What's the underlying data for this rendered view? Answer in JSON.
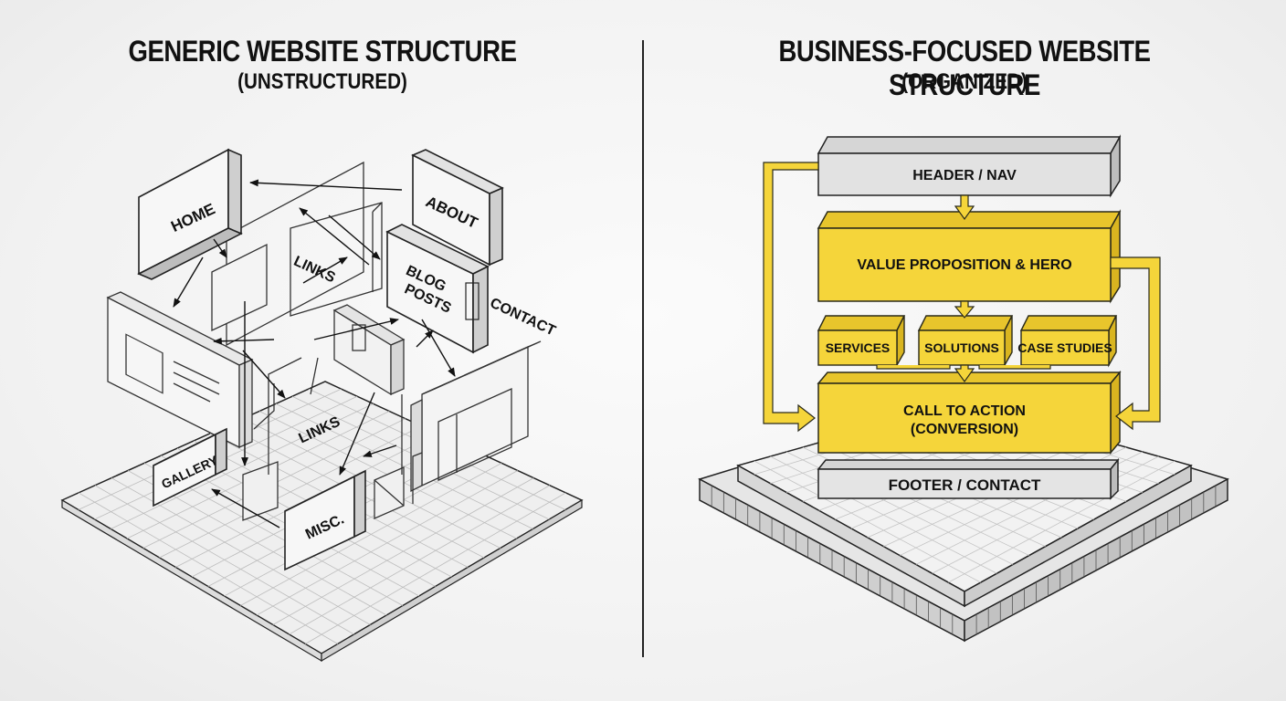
{
  "left": {
    "title": "GENERIC WEBSITE STRUCTURE",
    "subtitle": "(UNSTRUCTURED)",
    "labels": {
      "home": "HOME",
      "about": "ABOUT",
      "links_top": "LINKS",
      "blog": [
        "BLOG",
        "POSTS"
      ],
      "contact": "CONTACT",
      "links_mid": "LINKS",
      "gallery": "GALLERY",
      "misc": "MISC."
    }
  },
  "right": {
    "title": "BUSINESS-FOCUSED WEBSITE STRUCTURE",
    "subtitle": "(ORGANIZED)",
    "blocks": {
      "header_nav": "HEADER / NAV",
      "value_prop": "VALUE PROPOSITION & HERO",
      "services": "SERVICES",
      "solutions": "SOLUTIONS",
      "case_studies": "CASE STUDIES",
      "cta_line1": "CALL TO ACTION",
      "cta_line2": "(CONVERSION)",
      "footer": "FOOTER / CONTACT"
    }
  },
  "colors": {
    "accent": "#f5d53a",
    "accent_stroke": "#2a2a1a",
    "ink": "#111111",
    "grey_block": "#e2e2e2"
  }
}
